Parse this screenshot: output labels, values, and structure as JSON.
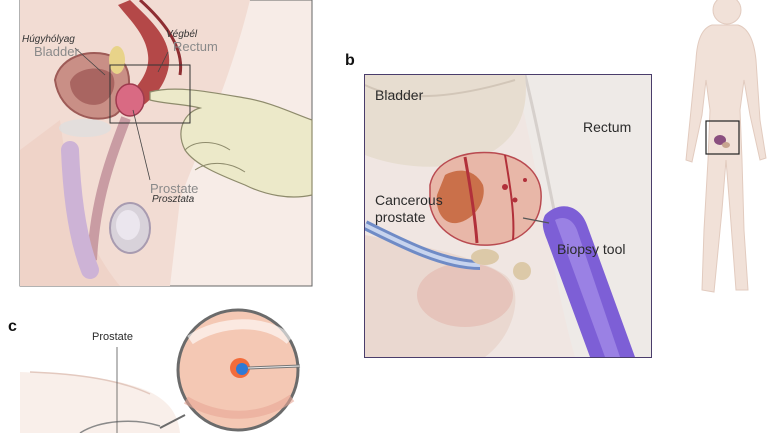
{
  "panel_a": {
    "bladder_hu": "Húgyhólyag",
    "bladder": "Bladder",
    "rectum_hu": "Végbél",
    "rectum": "Rectum",
    "prostate": "Prostate",
    "prostate_hu": "Prosztata"
  },
  "panel_b": {
    "letter": "b",
    "bladder": "Bladder",
    "rectum": "Rectum",
    "cancerous_prostate_line1": "Cancerous",
    "cancerous_prostate_line2": "prostate",
    "biopsy_tool": "Biopsy tool"
  },
  "panel_c": {
    "letter": "c",
    "prostate": "Prostate"
  },
  "colors": {
    "panel_b_border": "#4a3d6b",
    "tissue_pink": "#e8b7a8",
    "rectum_red": "#b1303a",
    "tool_purple": "#7d5fd6",
    "glove": "#ece9c9"
  }
}
